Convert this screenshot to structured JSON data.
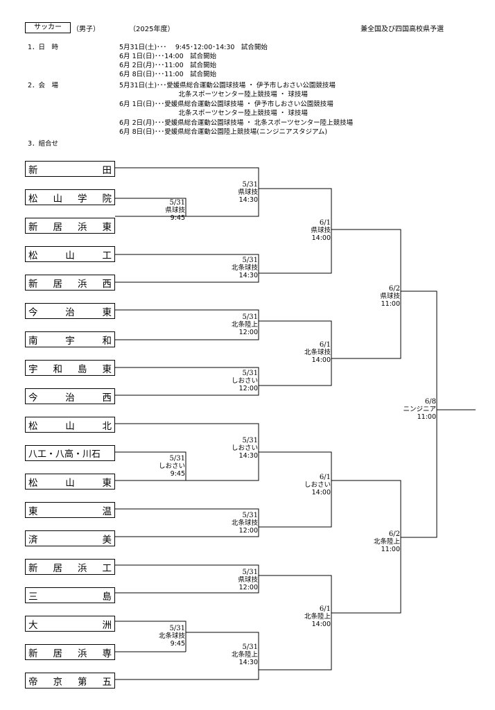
{
  "header": {
    "sport": "サッカー",
    "gender": "（男子）",
    "year": "（2025年度）",
    "note": "兼全国及び四国高校県予選"
  },
  "schedule": {
    "item1_label": "1．日　時",
    "item1_lines": [
      "5月31日(土)･･･ 　9:45･12:00･14:30　試合開始",
      "6月 1日(日)･･･14:00　試合開始",
      "6月 2日(月)･･･11:00　試合開始",
      "6月 8日(日)･･･11:00　試合開始"
    ],
    "item2_label": "2．会　場",
    "item2_lines": [
      "5月31日(土)･･･愛媛県総合運動公園球技場 ・ 伊予市しおさい公園競技場",
      "　　　　　　　　　北条スポーツセンター陸上競技場 ・ 球技場",
      "6月 1日(日)･･･愛媛県総合運動公園球技場 ・ 伊予市しおさい公園競技場",
      "　　　　　　　　　北条スポーツセンター陸上競技場 ・ 球技場",
      "6月 2日(月)･･･愛媛県総合運動公園球技場 ・ 北条スポーツセンター陸上競技場",
      "6月 8日(日)･･･愛媛県総合運動公園陸上競技場(ニンジニアスタジアム)"
    ],
    "item3_label": "3．組合せ"
  },
  "teams": [
    [
      "新",
      "田"
    ],
    [
      "松",
      "山",
      "学",
      "院"
    ],
    [
      "新",
      "居",
      "浜",
      "東"
    ],
    [
      "松",
      "山",
      "工"
    ],
    [
      "新",
      "居",
      "浜",
      "西"
    ],
    [
      "今",
      "治",
      "東"
    ],
    [
      "南",
      "宇",
      "和"
    ],
    [
      "宇",
      "和",
      "島",
      "東"
    ],
    [
      "今",
      "治",
      "西"
    ],
    [
      "松",
      "山",
      "北"
    ],
    [
      "八工・八高・川石"
    ],
    [
      "松",
      "山",
      "東"
    ],
    [
      "東",
      "温"
    ],
    [
      "済",
      "美"
    ],
    [
      "新",
      "居",
      "浜",
      "工"
    ],
    [
      "三",
      "島"
    ],
    [
      "大",
      "洲"
    ],
    [
      "新",
      "居",
      "浜",
      "専"
    ],
    [
      "帝",
      "京",
      "第",
      "五"
    ]
  ],
  "matches": [
    {
      "date": "5/31",
      "venue": "県球技",
      "time": "9:45"
    },
    {
      "date": "5/31",
      "venue": "県球技",
      "time": "14:30"
    },
    {
      "date": "5/31",
      "venue": "北条球技",
      "time": "14:30"
    },
    {
      "date": "5/31",
      "venue": "北条陸上",
      "time": "12:00"
    },
    {
      "date": "5/31",
      "venue": "しおさい",
      "time": "12:00"
    },
    {
      "date": "5/31",
      "venue": "しおさい",
      "time": "9:45"
    },
    {
      "date": "5/31",
      "venue": "しおさい",
      "time": "14:30"
    },
    {
      "date": "5/31",
      "venue": "北条球技",
      "time": "12:00"
    },
    {
      "date": "5/31",
      "venue": "県球技",
      "time": "12:00"
    },
    {
      "date": "5/31",
      "venue": "北条球技",
      "time": "9:45"
    },
    {
      "date": "5/31",
      "venue": "北条陸上",
      "time": "14:30"
    },
    {
      "date": "6/1",
      "venue": "県球技",
      "time": "14:00"
    },
    {
      "date": "6/1",
      "venue": "北条球技",
      "time": "14:00"
    },
    {
      "date": "6/1",
      "venue": "しおさい",
      "time": "14:00"
    },
    {
      "date": "6/1",
      "venue": "北条陸上",
      "time": "14:00"
    },
    {
      "date": "6/2",
      "venue": "県球技",
      "time": "11:00"
    },
    {
      "date": "6/2",
      "venue": "北条陸上",
      "time": "11:00"
    },
    {
      "date": "6/8",
      "venue": "ニンジニア",
      "time": "11:00"
    }
  ]
}
